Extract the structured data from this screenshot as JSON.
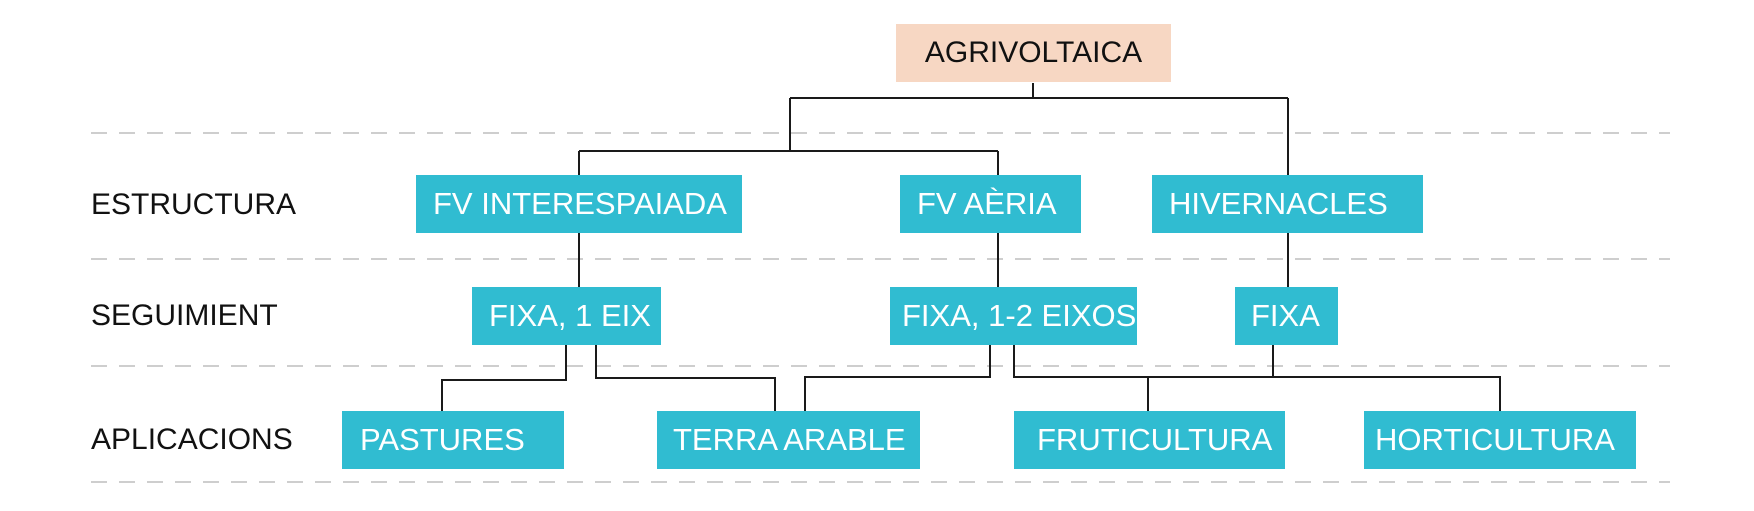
{
  "colors": {
    "node": "#30bcd1",
    "root": "#f7d7c3",
    "line": "#1a1a1a",
    "divider": "#bdbdbd"
  },
  "root": {
    "label": "AGRIVOLTAICA"
  },
  "rows": [
    {
      "label": "ESTRUCTURA"
    },
    {
      "label": "SEGUIMIENT"
    },
    {
      "label": "APLICACIONS"
    }
  ],
  "nodes": {
    "fv_interespaiada": "FV INTERESPAIADA",
    "fv_aeria": "FV AÈRIA",
    "hivernacles": "HIVERNACLES",
    "fixa_1_eix": "FIXA, 1 EIX",
    "fixa_1_2_eixos": "FIXA, 1-2 EIXOS",
    "fixa": "FIXA",
    "pastures": "PASTURES",
    "terra_arable": "TERRA ARABLE",
    "fruticultura": "FRUTICULTURA",
    "horticultura": "HORTICULTURA"
  }
}
